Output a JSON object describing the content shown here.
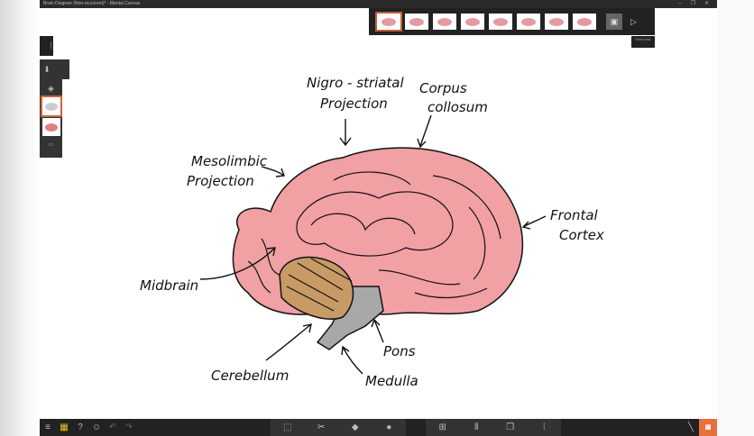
{
  "window": {
    "title": "Brain Diagram (Non-recurrent)* - Mental Canvas",
    "controls": [
      "minimize",
      "restore",
      "close"
    ]
  },
  "filmstrip": {
    "thumbnail_count": 8,
    "selected_index": 0,
    "capture_button_icon": "capture-frame-icon",
    "next_icon": "play-next-icon",
    "tooltip": "Show tools"
  },
  "left_panel": {
    "tab_label": "Layers",
    "icons": [
      "layers-icon",
      "stack-icon"
    ]
  },
  "drawing": {
    "labels": {
      "nigro1": "Nigro - striatal",
      "nigro2": "Projection",
      "corpus1": "Corpus",
      "corpus2": "collosum",
      "meso1": "Mesolimbic",
      "meso2": "Projection",
      "frontal1": "Frontal",
      "frontal2": "Cortex",
      "midbrain": "Midbrain",
      "cerebellum": "Cerebellum",
      "pons": "Pons",
      "medulla": "Medulla"
    },
    "colors": {
      "cortex": "#f1a0a4",
      "cerebellum": "#c89a66",
      "brainstem": "#a8a8a8",
      "ink": "#111111"
    }
  },
  "toolbar": {
    "accent": "#e8703c",
    "active_app_color": "#f5c518"
  }
}
